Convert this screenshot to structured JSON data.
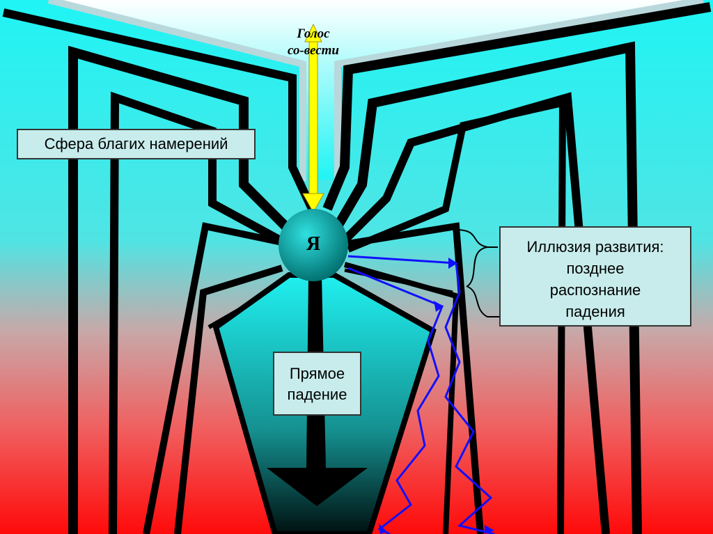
{
  "labels": {
    "voice_line1": "Голос",
    "voice_line2": "со-вести",
    "sphere": "Сфера благих намерений",
    "self": "Я",
    "illusion": [
      "Иллюзия развития:",
      "позднее",
      "распознание",
      "падения"
    ],
    "direct_fall": [
      "Прямое",
      "падение"
    ]
  },
  "colors": {
    "cyan": "#22f0f0",
    "red": "#ff1010",
    "yellow": "#ffff00",
    "blue": "#1010ff"
  }
}
